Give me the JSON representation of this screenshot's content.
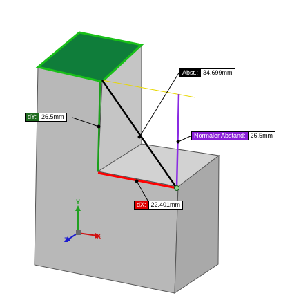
{
  "measurements": {
    "distance": {
      "label": "Abst.:",
      "value": "34.699mm",
      "color": "#000000"
    },
    "normal_distance": {
      "label": "Normaler Abstand:",
      "value": "26.5mm",
      "color": "#8a1ed8"
    },
    "dy": {
      "label": "dY:",
      "value": "26.5mm",
      "color": "#1f6b1f"
    },
    "dx": {
      "label": "dX:",
      "value": "22.401mm",
      "color": "#e00000"
    }
  },
  "triad": {
    "x_label": "X",
    "y_label": "Y",
    "z_label": "Z",
    "x_color": "#d01010",
    "y_color": "#20a020",
    "z_color": "#1a1ad0"
  },
  "colors": {
    "model_face_front": "#b9b9b9",
    "model_face_side": "#c9c9c9",
    "selected_face": "#0f7d3a",
    "selected_edge": "#19c019",
    "distance_line": "#000000",
    "dx_line": "#ff0000",
    "normal_line": "#8a2be2"
  }
}
